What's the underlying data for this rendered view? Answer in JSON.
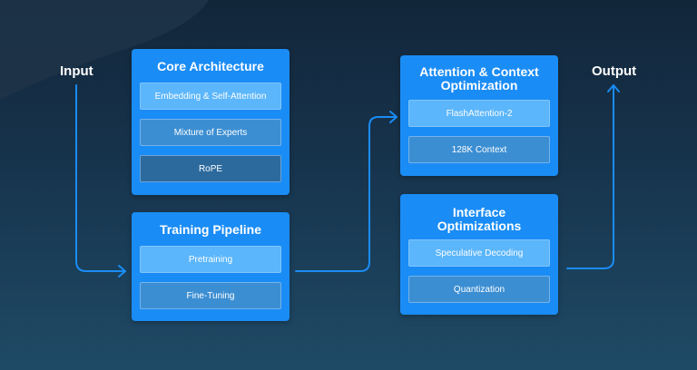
{
  "io": {
    "input_label": "Input",
    "output_label": "Output"
  },
  "core_architecture": {
    "title": "Core Architecture",
    "items": [
      "Embedding & Self-Attention",
      "Mixture of Experts",
      "RoPE"
    ]
  },
  "training_pipeline": {
    "title": "Training Pipeline",
    "items": [
      "Pretraining",
      "Fine-Tuning"
    ]
  },
  "attention_context": {
    "title_line1": "Attention & Context",
    "title_line2": "Optimization",
    "items": [
      "FlashAttention-2",
      "128K Context"
    ]
  },
  "interface_optimizations": {
    "title_line1": "Interface",
    "title_line2": "Optimizations",
    "items": [
      "Speculative Decoding",
      "Quantization"
    ]
  },
  "colors": {
    "card": "#1a8cf5",
    "connector": "#1a8cf5",
    "background": "#17344d"
  }
}
